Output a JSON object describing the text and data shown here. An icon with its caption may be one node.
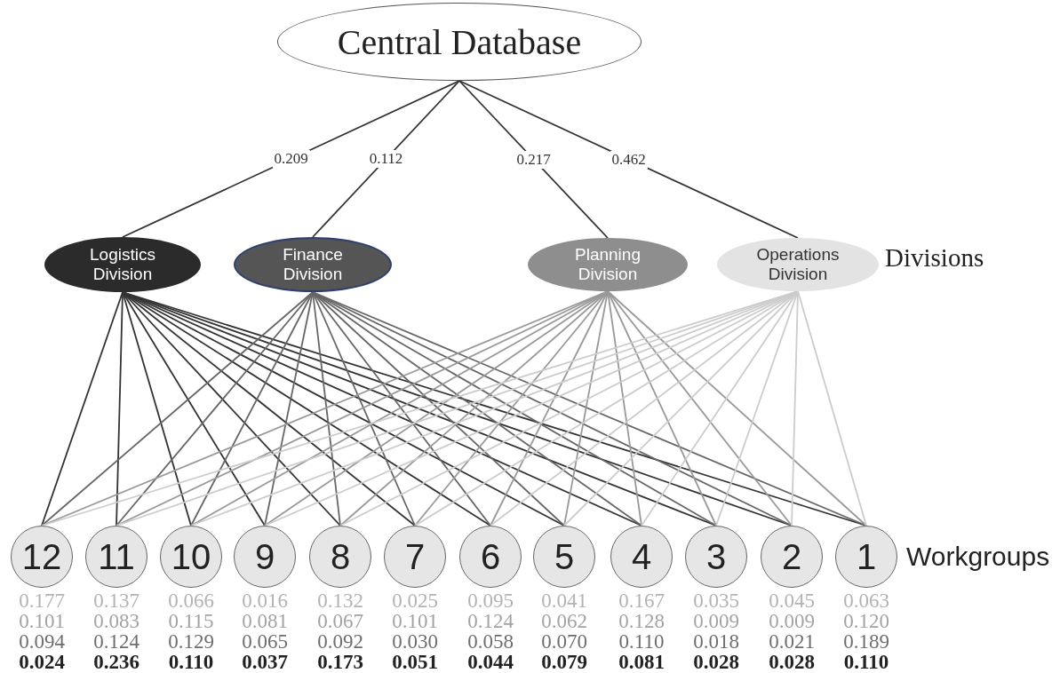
{
  "diagram": {
    "nodes": [
      {
        "text": [
          "Central Database"
        ]
      },
      {
        "text": [
          "Logistics Division"
        ]
      },
      {
        "text": [
          "Finance Division"
        ]
      },
      {
        "text": [
          "Planning Division"
        ]
      },
      {
        "text": [
          "Operations Division"
        ]
      },
      {
        "text": [
          "12"
        ],
        "beside": [
          "0.177",
          "0.101",
          "0.094",
          "0.024"
        ]
      },
      {
        "text": [
          "11"
        ],
        "beside": [
          "0.137",
          "0.083",
          "0.124",
          "0.236"
        ]
      },
      {
        "text": [
          "10"
        ],
        "beside": [
          "0.066",
          "0.115",
          "0.129",
          "0.110"
        ]
      },
      {
        "text": [
          "9"
        ],
        "beside": [
          "0.016",
          "0.081",
          "0.065",
          "0.037"
        ]
      },
      {
        "text": [
          "8"
        ],
        "beside": [
          "0.132",
          "0.067",
          "0.092",
          "0.173"
        ]
      },
      {
        "text": [
          "7"
        ],
        "beside": [
          "0.025",
          "0.101",
          "0.030",
          "0.051"
        ]
      },
      {
        "text": [
          "6"
        ],
        "beside": [
          "0.095",
          "0.124",
          "0.058",
          "0.044"
        ]
      },
      {
        "text": [
          "5"
        ],
        "beside": [
          "0.041",
          "0.062",
          "0.070",
          "0.079"
        ]
      },
      {
        "text": [
          "4"
        ],
        "beside": [
          "0.167",
          "0.128",
          "0.110",
          "0.081"
        ]
      },
      {
        "text": [
          "3"
        ],
        "beside": [
          "0.035",
          "0.009",
          "0.018",
          "0.028"
        ]
      },
      {
        "text": [
          "2"
        ],
        "beside": [
          "0.045",
          "0.009",
          "0.021",
          "0.028"
        ]
      },
      {
        "text": [
          "1"
        ],
        "beside": [
          "0.063",
          "0.120",
          "0.189",
          "0.110"
        ]
      }
    ],
    "edges": [
      {
        "from": 0,
        "to": 1,
        "arrow": "none",
        "label": "0.209"
      },
      {
        "from": 0,
        "to": 2,
        "arrow": "none",
        "label": "0.112"
      },
      {
        "from": 0,
        "to": 3,
        "arrow": "none",
        "label": "0.217"
      },
      {
        "from": 0,
        "to": 4,
        "arrow": "none",
        "label": "0.462"
      },
      {
        "from": 1,
        "to": 5,
        "arrow": "none",
        "color": "#333333"
      },
      {
        "from": 1,
        "to": 6,
        "arrow": "none",
        "color": "#333333"
      },
      {
        "from": 1,
        "to": 7,
        "arrow": "none",
        "color": "#333333"
      },
      {
        "from": 1,
        "to": 8,
        "arrow": "none",
        "color": "#333333"
      },
      {
        "from": 1,
        "to": 9,
        "arrow": "none",
        "color": "#333333"
      },
      {
        "from": 1,
        "to": 10,
        "arrow": "none",
        "color": "#333333"
      },
      {
        "from": 1,
        "to": 11,
        "arrow": "none",
        "color": "#333333"
      },
      {
        "from": 1,
        "to": 12,
        "arrow": "none",
        "color": "#333333"
      },
      {
        "from": 1,
        "to": 13,
        "arrow": "none",
        "color": "#333333"
      },
      {
        "from": 1,
        "to": 14,
        "arrow": "none",
        "color": "#333333"
      },
      {
        "from": 1,
        "to": 15,
        "arrow": "none",
        "color": "#333333"
      },
      {
        "from": 1,
        "to": 16,
        "arrow": "none",
        "color": "#333333"
      },
      {
        "from": 2,
        "to": 5,
        "arrow": "none",
        "color": "#666666"
      },
      {
        "from": 2,
        "to": 6,
        "arrow": "none",
        "color": "#666666"
      },
      {
        "from": 2,
        "to": 7,
        "arrow": "none",
        "color": "#666666"
      },
      {
        "from": 2,
        "to": 8,
        "arrow": "none",
        "color": "#666666"
      },
      {
        "from": 2,
        "to": 9,
        "arrow": "none",
        "color": "#666666"
      },
      {
        "from": 2,
        "to": 10,
        "arrow": "none",
        "color": "#666666"
      },
      {
        "from": 2,
        "to": 11,
        "arrow": "none",
        "color": "#666666"
      },
      {
        "from": 2,
        "to": 12,
        "arrow": "none",
        "color": "#666666"
      },
      {
        "from": 2,
        "to": 13,
        "arrow": "none",
        "color": "#666666"
      },
      {
        "from": 2,
        "to": 14,
        "arrow": "none",
        "color": "#666666"
      },
      {
        "from": 2,
        "to": 15,
        "arrow": "none",
        "color": "#666666"
      },
      {
        "from": 2,
        "to": 16,
        "arrow": "none",
        "color": "#666666"
      },
      {
        "from": 3,
        "to": 5,
        "arrow": "none",
        "color": "#999999"
      },
      {
        "from": 3,
        "to": 6,
        "arrow": "none",
        "color": "#999999"
      },
      {
        "from": 3,
        "to": 7,
        "arrow": "none",
        "color": "#999999"
      },
      {
        "from": 3,
        "to": 8,
        "arrow": "none",
        "color": "#999999"
      },
      {
        "from": 3,
        "to": 9,
        "arrow": "none",
        "color": "#999999"
      },
      {
        "from": 3,
        "to": 10,
        "arrow": "none",
        "color": "#999999"
      },
      {
        "from": 3,
        "to": 11,
        "arrow": "none",
        "color": "#999999"
      },
      {
        "from": 3,
        "to": 12,
        "arrow": "none",
        "color": "#999999"
      },
      {
        "from": 3,
        "to": 13,
        "arrow": "none",
        "color": "#999999"
      },
      {
        "from": 3,
        "to": 14,
        "arrow": "none",
        "color": "#999999"
      },
      {
        "from": 3,
        "to": 15,
        "arrow": "none",
        "color": "#999999"
      },
      {
        "from": 3,
        "to": 16,
        "arrow": "none",
        "color": "#999999"
      },
      {
        "from": 4,
        "to": 5,
        "arrow": "none",
        "color": "#cccccc"
      },
      {
        "from": 4,
        "to": 6,
        "arrow": "none",
        "color": "#cccccc"
      },
      {
        "from": 4,
        "to": 7,
        "arrow": "none",
        "color": "#cccccc"
      },
      {
        "from": 4,
        "to": 8,
        "arrow": "none",
        "color": "#cccccc"
      },
      {
        "from": 4,
        "to": 9,
        "arrow": "none",
        "color": "#cccccc"
      },
      {
        "from": 4,
        "to": 10,
        "arrow": "none",
        "color": "#cccccc"
      },
      {
        "from": 4,
        "to": 11,
        "arrow": "none",
        "color": "#cccccc"
      },
      {
        "from": 4,
        "to": 12,
        "arrow": "none",
        "color": "#cccccc"
      },
      {
        "from": 4,
        "to": 13,
        "arrow": "none",
        "color": "#cccccc"
      },
      {
        "from": 4,
        "to": 14,
        "arrow": "none",
        "color": "#cccccc"
      },
      {
        "from": 4,
        "to": 15,
        "arrow": "none",
        "color": "#cccccc"
      },
      {
        "from": 4,
        "to": 16,
        "arrow": "none",
        "color": "#cccccc"
      }
    ],
    "labels": [
      "Divisions",
      "Workgroups"
    ]
  }
}
